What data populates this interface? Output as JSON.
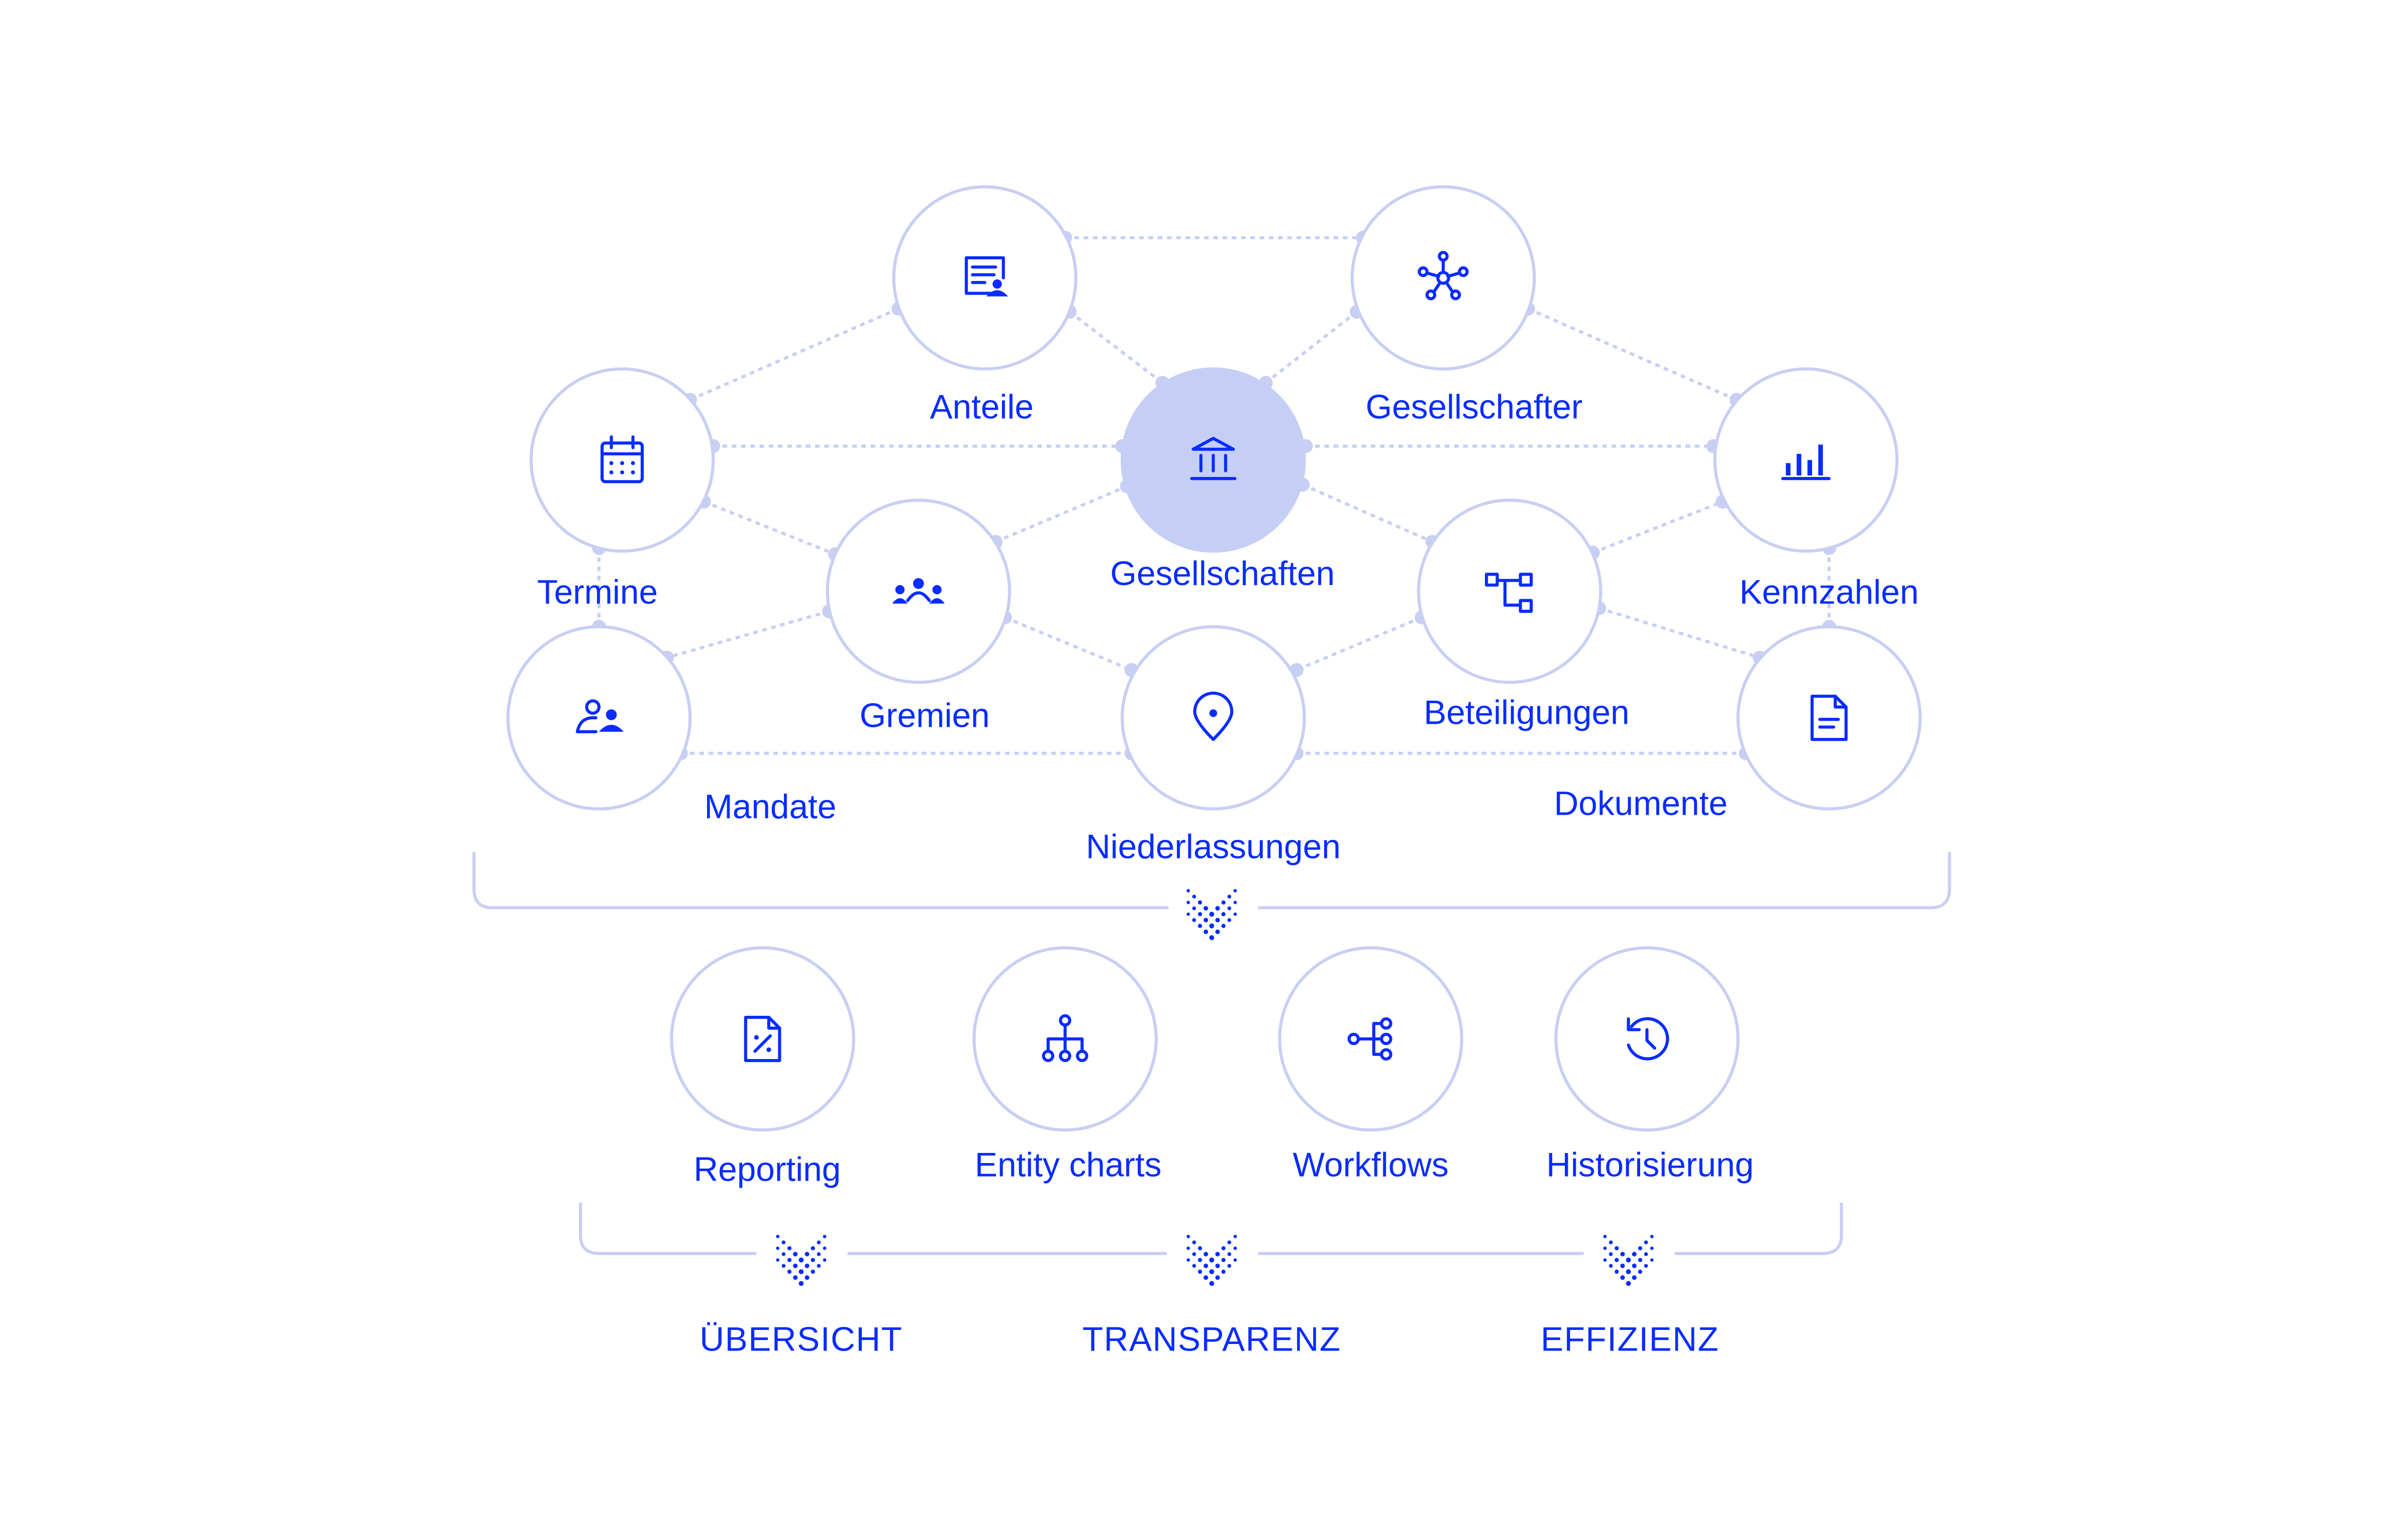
{
  "colors": {
    "accent": "#0a2cff",
    "ring": "#c8cff3",
    "active_fill": "#c5cff5"
  },
  "nodes": [
    {
      "id": "gesellschaften",
      "label": "Gesellschaften",
      "icon": "bank-icon",
      "active": true
    },
    {
      "id": "anteile",
      "label": "Anteile",
      "icon": "document-user-icon"
    },
    {
      "id": "gesellschafter",
      "label": "Gesellschafter",
      "icon": "network-icon"
    },
    {
      "id": "termine",
      "label": "Termine",
      "icon": "calendar-icon"
    },
    {
      "id": "kennzahlen",
      "label": "Kennzahlen",
      "icon": "bar-chart-icon"
    },
    {
      "id": "gremien",
      "label": "Gremien",
      "icon": "group-icon"
    },
    {
      "id": "beteiligungen",
      "label": "Beteiligungen",
      "icon": "hierarchy-icon"
    },
    {
      "id": "mandate",
      "label": "Mandate",
      "icon": "users-icon"
    },
    {
      "id": "niederlassungen",
      "label": "Niederlassungen",
      "icon": "location-pin-icon"
    },
    {
      "id": "dokumente",
      "label": "Dokumente",
      "icon": "document-icon"
    }
  ],
  "features": [
    {
      "id": "reporting",
      "label": "Reporting",
      "icon": "percent-file-icon"
    },
    {
      "id": "entity-charts",
      "label": "Entity charts",
      "icon": "org-chart-icon"
    },
    {
      "id": "workflows",
      "label": "Workflows",
      "icon": "workflow-icon"
    },
    {
      "id": "historisierung",
      "label": "Historisierung",
      "icon": "history-icon"
    }
  ],
  "outcomes": [
    {
      "label": "ÜBERSICHT"
    },
    {
      "label": "TRANSPARENZ"
    },
    {
      "label": "EFFIZIENZ"
    }
  ]
}
